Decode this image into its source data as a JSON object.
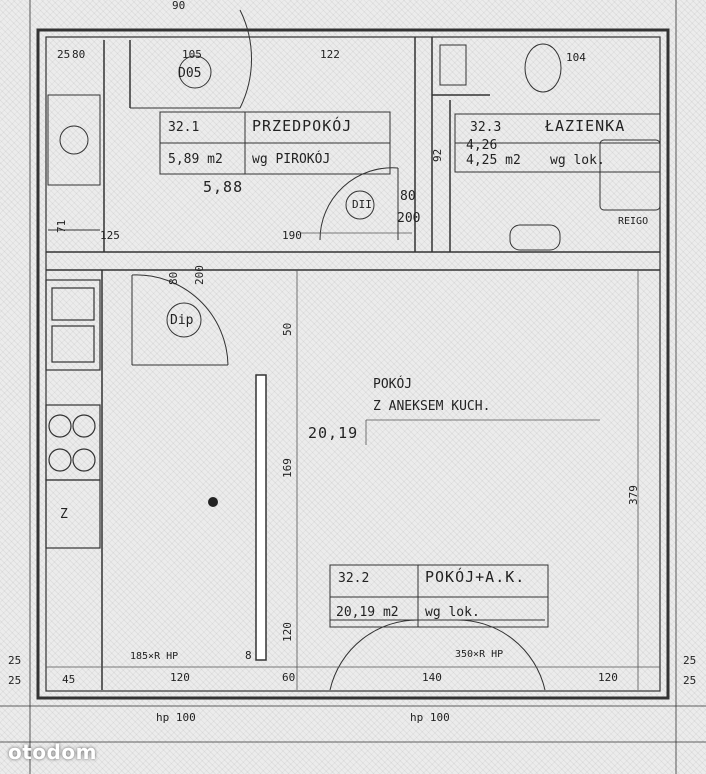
{
  "rooms": {
    "hall": {
      "number": "32.1",
      "name": "PRZEDPOKÓJ",
      "area_declared": "5,89 m2",
      "area_note": "wg PIROKÓJ",
      "area_measured": "5,88"
    },
    "bathroom": {
      "number": "32.3",
      "name": "ŁAZIENKA",
      "area_measured": "4,26",
      "area_declared": "4,25 m2",
      "area_note": "wg lok."
    },
    "main": {
      "desc_line1": "POKÓJ",
      "desc_line2": "Z ANEKSEM KUCH.",
      "area_measured": "20,19",
      "number": "32.2",
      "name": "POKÓJ+A.K.",
      "area_declared": "20,19 m2",
      "area_note": "wg lok."
    }
  },
  "doors": {
    "entrance": "D05",
    "bathroom": "DII",
    "room": "Dip"
  },
  "dimensions": {
    "top_80": "80",
    "top_105": "105",
    "top_122": "122",
    "top_104": "104",
    "d_80": "80",
    "d_200": "200",
    "d_190": "190",
    "d_125": "125",
    "d_92": "92",
    "d_71": "71",
    "d_80v": "80",
    "d_200v": "200",
    "d_50": "50",
    "d_169": "169",
    "d_120v": "120",
    "d_379": "379",
    "d_8": "8",
    "bottom_185": "185×R HP",
    "bottom_350": "350×R HP",
    "bottom_120a": "120",
    "bottom_60": "60",
    "bottom_140": "140",
    "bottom_120b": "120",
    "bottom_hp100a": "hp 100",
    "bottom_hp100b": "hp 100",
    "edge_25a": "25",
    "edge_25b": "25",
    "edge_25c": "25",
    "edge_25d": "25",
    "edge_45": "45",
    "reigo": "REIGO",
    "top_25": "25",
    "top_90": "90"
  },
  "fixtures": {
    "fridge": "Z"
  },
  "watermark": "otodom"
}
